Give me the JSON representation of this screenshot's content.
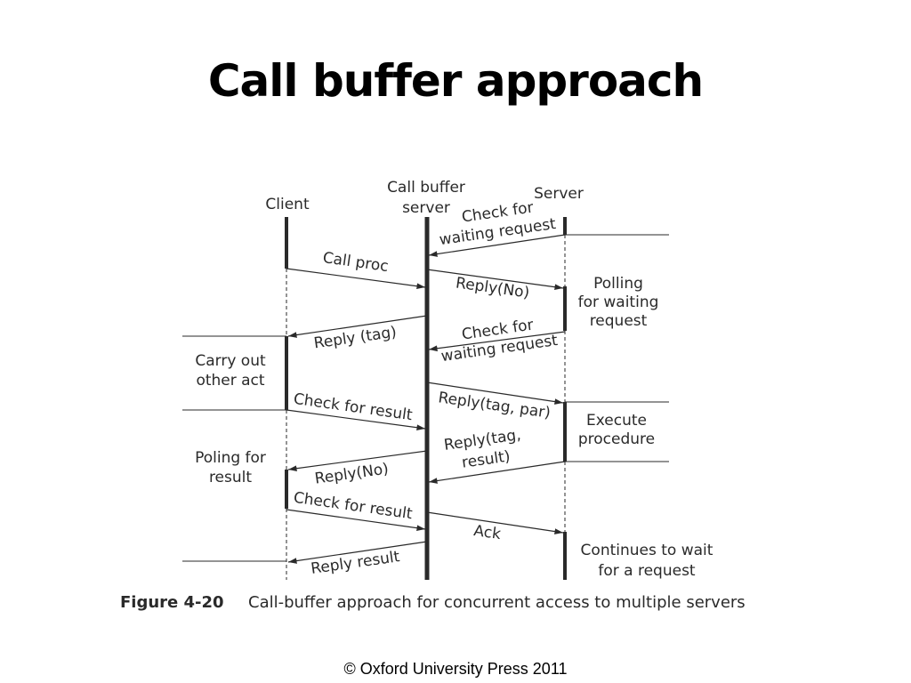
{
  "slide": {
    "title": "Call buffer approach",
    "footer": "© Oxford University Press 2011"
  },
  "actors": {
    "client": "Client",
    "buffer_line1": "Call buffer",
    "buffer_line2": "server",
    "server": "Server"
  },
  "messages": {
    "m1_a": "Check for",
    "m1_b": "waiting request",
    "m2": "Call proc",
    "m3": "Reply(No)",
    "m4_a": "Check for",
    "m4_b": "waiting request",
    "m5": "Reply (tag)",
    "m6": "Check for result",
    "m7": "Reply(tag, par)",
    "m8_a": "Reply(tag,",
    "m8_b": "result)",
    "m9": "Reply(No)",
    "m10": "Check for result",
    "m11": "Ack",
    "m12": "Reply result"
  },
  "activities": {
    "polling_a": "Polling",
    "polling_b": "for waiting",
    "polling_c": "request",
    "carry_a": "Carry out",
    "carry_b": "other act",
    "execute_a": "Execute",
    "execute_b": "procedure",
    "poling_a": "Poling for",
    "poling_b": "result",
    "continue_a": "Continues to wait",
    "continue_b": "for a request"
  },
  "caption": {
    "label": "Figure 4-20",
    "text": "Call-buffer approach for concurrent access to multiple servers"
  }
}
